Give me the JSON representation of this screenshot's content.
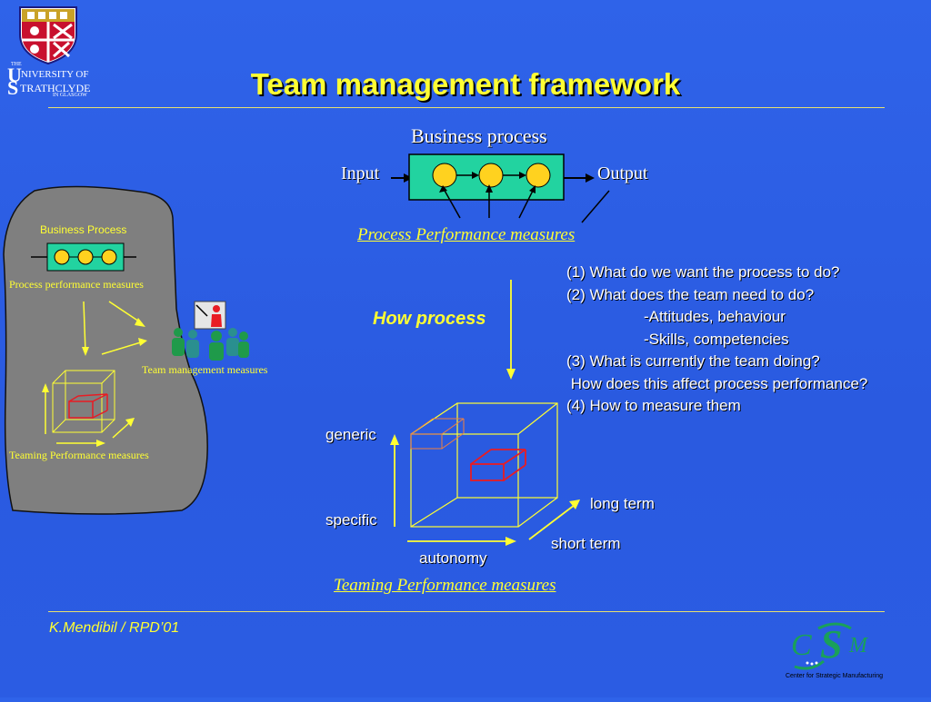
{
  "logo": {
    "university_the": "THE",
    "university_line1": "NIVERSITY OF",
    "university_u": "U",
    "university_s": "S",
    "university_line2": "TRATHCLYDE",
    "university_line3": "IN GLASGOW"
  },
  "title": "Team management framework",
  "main_diagram": {
    "business_process": "Business process",
    "input": "Input",
    "output": "Output",
    "process_measures": "Process Performance measures",
    "how_process": "How process",
    "generic": "generic",
    "specific": "specific",
    "autonomy": "autonomy",
    "long_term": "long term",
    "short_term": "short term",
    "teaming_measures": "Teaming Performance measures"
  },
  "questions": [
    "(1) What do we want the process to do?",
    "(2) What does the team need to do?",
    "                  -Attitudes, behaviour",
    "                  -Skills, competencies",
    "(3) What is currently the team doing?",
    " How does this affect process performance?",
    "(4) How to measure them"
  ],
  "inset": {
    "business_process": "Business Process",
    "process_measures": "Process performance  measures",
    "team_management": "Team management measures",
    "teaming_measures": "Teaming Performance measures"
  },
  "footer": {
    "author": "K.Mendibil / RPD’01",
    "csm_c": "C",
    "csm_s": "S",
    "csm_m": "M",
    "csm_caption": "Center for Strategic Manufacturing"
  },
  "colors": {
    "title": "#ffff33",
    "box_fill": "#22d3a0",
    "node_fill": "#ffd21f",
    "cube_line": "#ffff33",
    "inner_box": "#e81c24",
    "inset_bg": "#7f7f7f"
  }
}
